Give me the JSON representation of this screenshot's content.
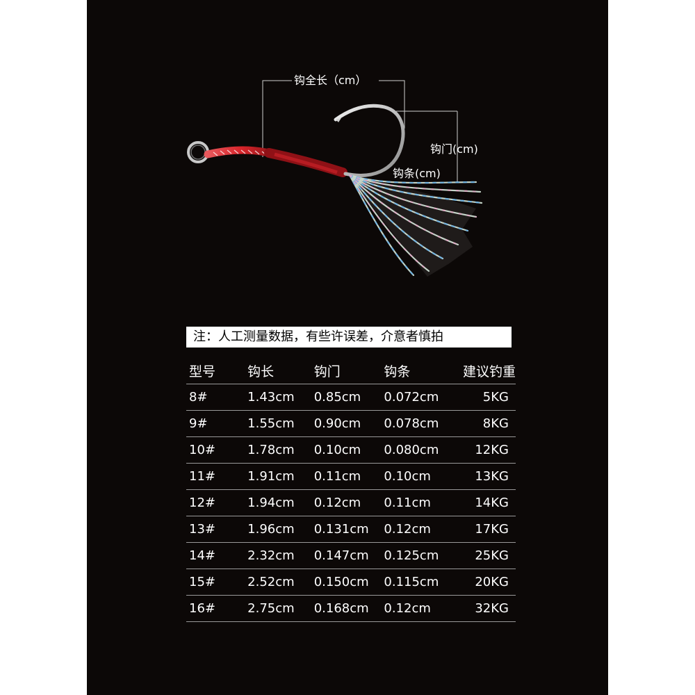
{
  "diagram": {
    "total_length_label": "钩全长（cm）",
    "gap_label": "钩门(cm)",
    "wire_label": "钩条(cm)"
  },
  "note": "注：人工测量数据，有些许误差，介意者慎拍",
  "table": {
    "headers": [
      "型号",
      "钩长",
      "钩门",
      "钩条",
      "建议钓重"
    ],
    "rows": [
      [
        "8#",
        "1.43cm",
        "0.85cm",
        "0.072cm",
        "5KG"
      ],
      [
        "9#",
        "1.55cm",
        "0.90cm",
        "0.078cm",
        "8KG"
      ],
      [
        "10#",
        "1.78cm",
        "0.10cm",
        "0.080cm",
        "12KG"
      ],
      [
        "11#",
        "1.91cm",
        "0.11cm",
        "0.10cm",
        "13KG"
      ],
      [
        "12#",
        "1.94cm",
        "0.12cm",
        "0.11cm",
        "14KG"
      ],
      [
        "13#",
        "1.96cm",
        "0.131cm",
        "0.12cm",
        "17KG"
      ],
      [
        "14#",
        "2.32cm",
        "0.147cm",
        "0.125cm",
        "25KG"
      ],
      [
        "15#",
        "2.52cm",
        "0.150cm",
        "0.115cm",
        "20KG"
      ],
      [
        "16#",
        "2.75cm",
        "0.168cm",
        "0.12cm",
        "32KG"
      ]
    ]
  },
  "colors": {
    "background": "#0c0807",
    "cord": "#d8242a",
    "text": "#ffffff"
  }
}
